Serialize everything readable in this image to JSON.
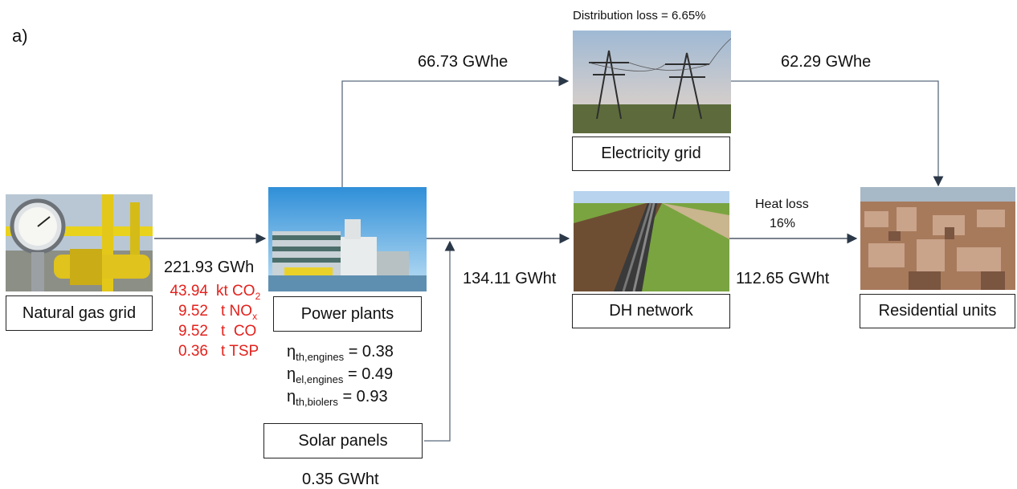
{
  "panel_label": "a)",
  "nodes": {
    "natural_gas": "Natural gas grid",
    "power_plants": "Power plants",
    "solar_panels": "Solar panels",
    "electricity_grid": "Electricity grid",
    "dh_network": "DH network",
    "residential": "Residential units"
  },
  "flows": {
    "gas_to_plants": "221.93 GWh",
    "plants_to_grid": "66.73 GWhe",
    "grid_to_residential": "62.29 GWhe",
    "plants_to_dh": "134.11 GWht",
    "dh_to_residential": "112.65 GWht",
    "solar": "0.35 GWht"
  },
  "distribution_loss": "Distribution loss = 6.65%",
  "heat_loss": {
    "line1": "Heat loss",
    "line2": "16%"
  },
  "emissions": [
    {
      "value": "43.94",
      "unit": "kt CO",
      "sub": "2"
    },
    {
      "value": "9.52",
      "unit": "t NO",
      "sub": "x"
    },
    {
      "value": "9.52",
      "unit": "t  CO",
      "sub": ""
    },
    {
      "value": "0.36",
      "unit": "t TSP",
      "sub": ""
    }
  ],
  "efficiencies": [
    {
      "symbol": "η",
      "sub": "th,engines",
      "value": "= 0.38"
    },
    {
      "symbol": "η",
      "sub": "el,engines",
      "value": "= 0.49"
    },
    {
      "symbol": "η",
      "sub": "th,biolers",
      "value": "= 0.93"
    }
  ],
  "colors": {
    "emissions": "#e3211c",
    "arrows": "#5a6b7d"
  }
}
